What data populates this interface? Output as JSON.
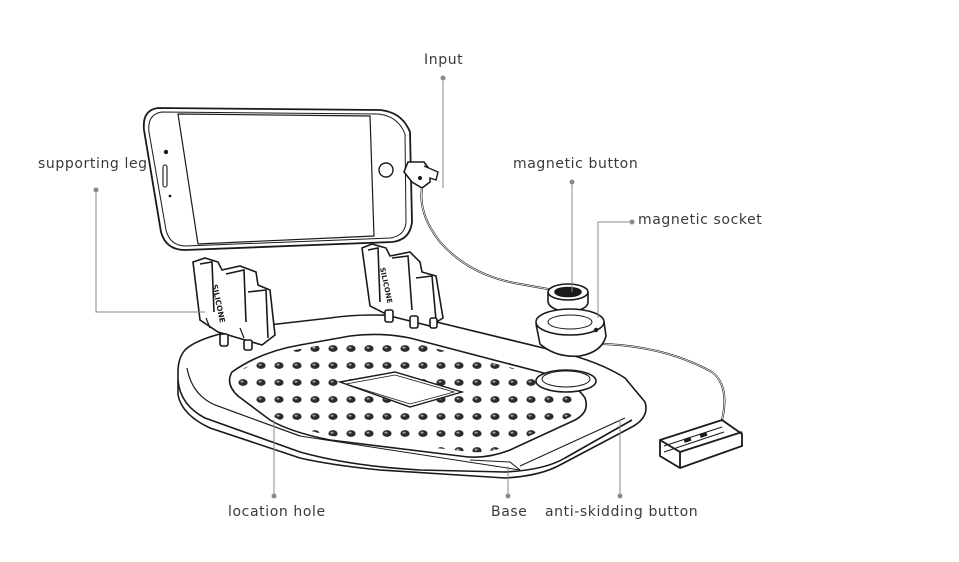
{
  "diagram": {
    "labels": {
      "input": "Input",
      "supporting_leg": "supporting leg",
      "magnetic_button": "magnetic button",
      "magnetic_socket": "magnetic socket",
      "location_hole": "location hole",
      "base": "Base",
      "anti_skidding_button": "anti-skidding button"
    },
    "leg_brand_text": "SILICONE"
  }
}
